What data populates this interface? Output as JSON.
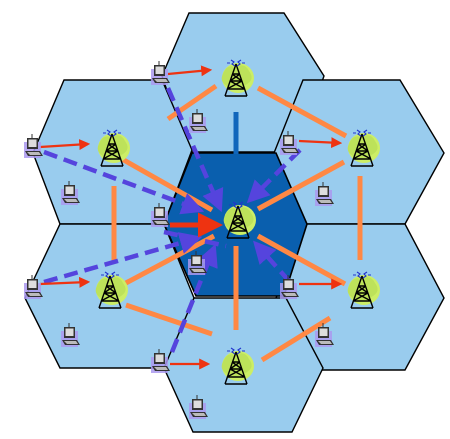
{
  "colors": {
    "cell_fill": "#99ccee",
    "center_cell_fill": "#0a5fae",
    "cell_stroke": "#000000",
    "tower": "#000000",
    "tower_blob": "#ccee66",
    "signal_spark": "#2233cc",
    "laptop_frame": "#333333",
    "laptop_screen": "#dddddd",
    "laptop_highlight": "#aa99ee",
    "backhaul_link": "#ff8844",
    "access_link": "#ee3311",
    "interference_link": "#5544dd",
    "center_link": "#1166bb"
  },
  "cells": [
    {
      "id": "top",
      "center_tower": "tower-icon"
    },
    {
      "id": "upper-left",
      "center_tower": "tower-icon"
    },
    {
      "id": "upper-right",
      "center_tower": "tower-icon"
    },
    {
      "id": "center",
      "center_tower": "tower-icon"
    },
    {
      "id": "lower-left",
      "center_tower": "tower-icon"
    },
    {
      "id": "lower-right",
      "center_tower": "tower-icon"
    },
    {
      "id": "bottom",
      "center_tower": "tower-icon"
    }
  ],
  "device_icon": "laptop-icon",
  "link_types": [
    "backhaul-link",
    "access-link",
    "interference-link"
  ]
}
